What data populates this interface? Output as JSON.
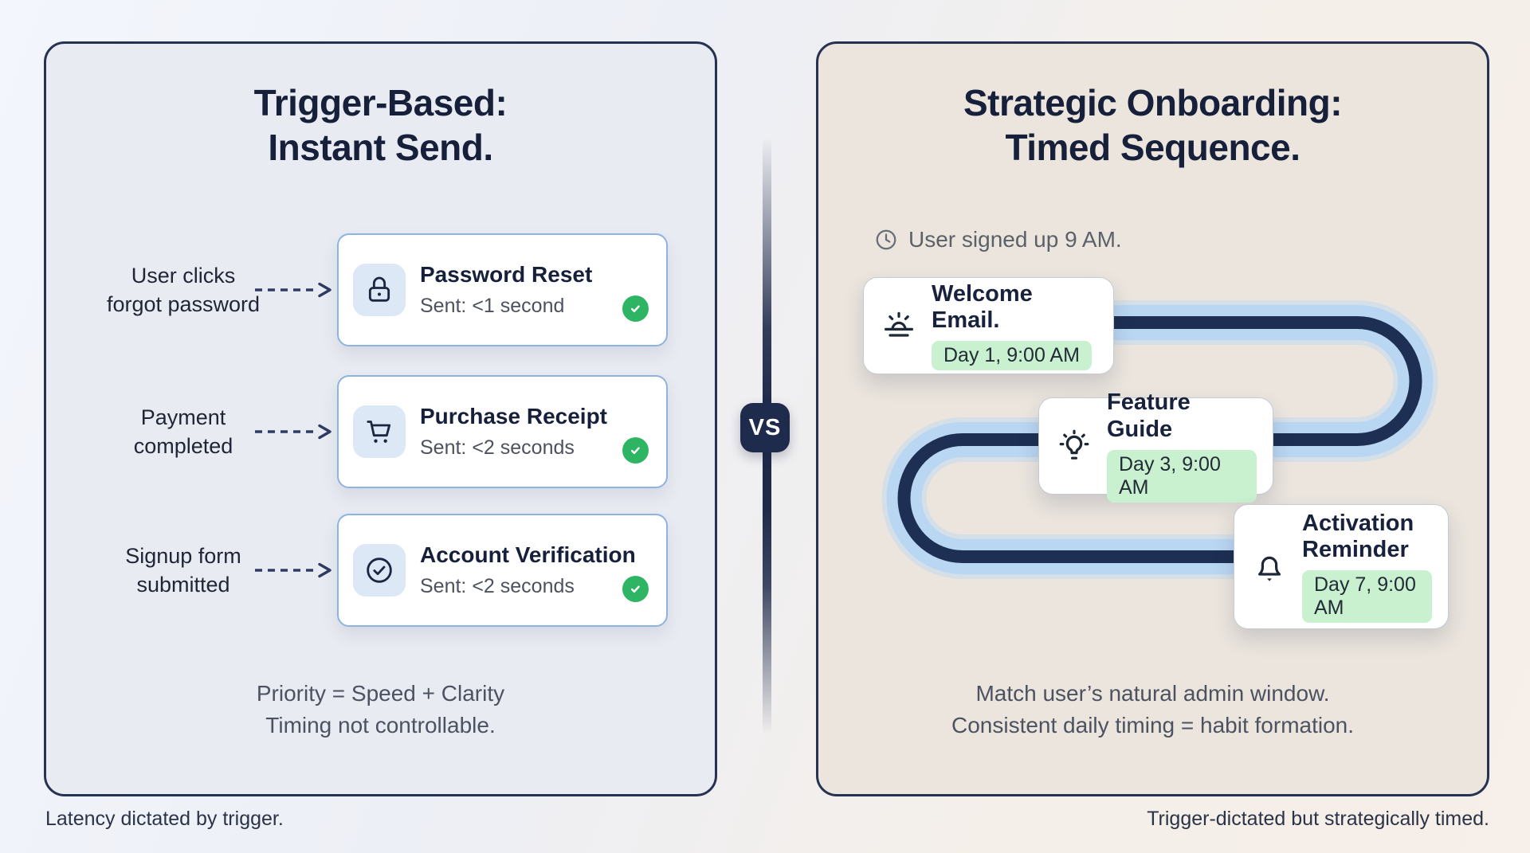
{
  "colors": {
    "navy": "#1f2a4a",
    "panel_border": "#253252",
    "left_panel_bg": "#e9ebf2",
    "right_panel_bg": "#ebe5de",
    "card_border_blue": "#8db3de",
    "icon_tile_bg": "#dde8f7",
    "green_badge": "#2db563",
    "green_pill_bg": "#c9f1d0",
    "path_light_blue": "#b9d6f2",
    "path_dark_navy": "#1d2f52"
  },
  "left_panel": {
    "title_line1": "Trigger-Based:",
    "title_line2": "Instant Send.",
    "rows": [
      {
        "icon": "lock-icon",
        "label_line1": "User clicks",
        "label_line2": "forgot password",
        "card_title": "Password Reset",
        "card_subtitle": "Sent: <1 second",
        "status_icon": "green-check-icon"
      },
      {
        "icon": "cart-icon",
        "label_line1": "Payment",
        "label_line2": "completed",
        "card_title": "Purchase Receipt",
        "card_subtitle": "Sent: <2 seconds",
        "status_icon": "green-check-icon"
      },
      {
        "icon": "check-circle-icon",
        "label_line1": "Signup form",
        "label_line2": "submitted",
        "card_title": "Account Verification",
        "card_subtitle": "Sent: <2 seconds",
        "status_icon": "green-check-icon"
      }
    ],
    "footer_line1": "Priority = Speed + Clarity",
    "footer_line2": "Timing not controllable.",
    "caption": "Latency dictated by trigger."
  },
  "divider": {
    "vs_label": "VS"
  },
  "right_panel": {
    "title_line1": "Strategic Onboarding:",
    "title_line2": "Timed Sequence.",
    "signup_note": "User signed up 9 AM.",
    "steps": [
      {
        "icon": "sunrise-icon",
        "title": "Welcome Email.",
        "badge": "Day 1, 9:00 AM"
      },
      {
        "icon": "lightbulb-icon",
        "title": "Feature Guide",
        "badge": "Day 3, 9:00 AM"
      },
      {
        "icon": "bell-icon",
        "title": "Activation Reminder",
        "badge": "Day 7, 9:00 AM"
      }
    ],
    "footer_line1": "Match user’s natural admin window.",
    "footer_line2": "Consistent daily timing = habit formation.",
    "caption": "Trigger-dictated but strategically timed."
  }
}
